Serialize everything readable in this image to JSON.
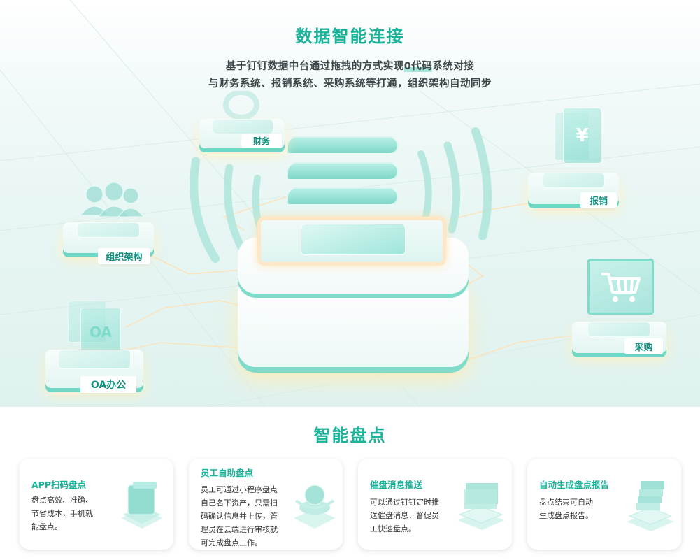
{
  "hero": {
    "title": "数据智能连接",
    "subtitle_line1_pre": "基于钉钉数据中台通过拖拽的方式实现",
    "subtitle_line1_highlight": "0代码",
    "subtitle_line1_post": "系统对接",
    "subtitle_line2": "与财务系统、报销系统、采购系统等打通，组织架构自动同步",
    "nodes": [
      {
        "label": "财务",
        "icon": "coin-ring-icon"
      },
      {
        "label": "组织架构",
        "icon": "people-group-icon"
      },
      {
        "label": "OA办公",
        "icon": "oa-panel-icon",
        "icon_text": "OA"
      },
      {
        "label": "报销",
        "icon": "yen-panel-icon",
        "icon_text": "¥"
      },
      {
        "label": "采购",
        "icon": "shopping-cart-icon"
      }
    ],
    "accent_color": "#1bb39a",
    "label_color": "#12907f"
  },
  "section": {
    "title": "智能盘点",
    "cards": [
      {
        "title": "APP扫码盘点",
        "desc": [
          "盘点高效、准确、",
          "节省成本，手机就",
          "能盘点。"
        ],
        "icon": "glass-cube-icon"
      },
      {
        "title": "员工自助盘点",
        "desc": [
          "员工可通过小程序盘点",
          "自己名下资产，只需扫",
          "码确认信息并上传，管",
          "理员在云端进行审核就",
          "可完成盘点工作。"
        ],
        "icon": "glass-person-icon"
      },
      {
        "title": "催盘消息推送",
        "desc": [
          "可以通过钉钉定时推",
          "送催盘消息，督促员",
          "工快速盘点。"
        ],
        "icon": "glass-message-icon"
      },
      {
        "title": "自动生成盘点报告",
        "desc": [
          "盘点结束可自动",
          "生成盘点报告。"
        ],
        "icon": "glass-report-stack-icon"
      }
    ]
  }
}
